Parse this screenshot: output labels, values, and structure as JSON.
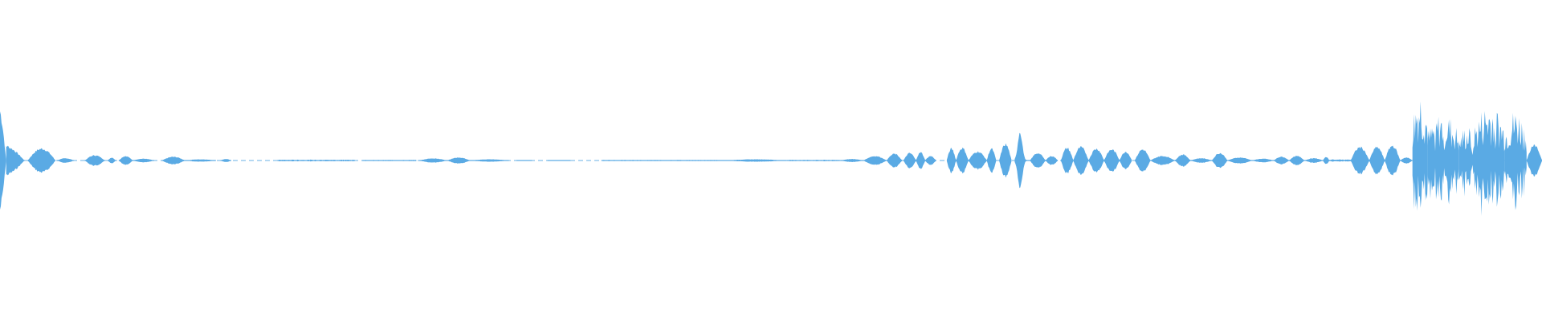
{
  "waveform": {
    "color": "#5aaae4",
    "background": "#ffffff",
    "segments": [
      {
        "start": 0.0,
        "end": 0.004,
        "amp": 0.4,
        "shape": "decay"
      },
      {
        "start": 0.004,
        "end": 0.016,
        "amp": 0.12,
        "shape": "decay"
      },
      {
        "start": 0.018,
        "end": 0.036,
        "amp": 0.08,
        "shape": "bump"
      },
      {
        "start": 0.037,
        "end": 0.048,
        "amp": 0.015,
        "shape": "bump"
      },
      {
        "start": 0.055,
        "end": 0.068,
        "amp": 0.035,
        "shape": "bump"
      },
      {
        "start": 0.07,
        "end": 0.075,
        "amp": 0.02,
        "shape": "bump"
      },
      {
        "start": 0.077,
        "end": 0.086,
        "amp": 0.03,
        "shape": "bump"
      },
      {
        "start": 0.086,
        "end": 0.1,
        "amp": 0.012,
        "shape": "bump"
      },
      {
        "start": 0.105,
        "end": 0.12,
        "amp": 0.025,
        "shape": "bump"
      },
      {
        "start": 0.12,
        "end": 0.14,
        "amp": 0.008,
        "shape": "bump"
      },
      {
        "start": 0.143,
        "end": 0.15,
        "amp": 0.01,
        "shape": "bump"
      },
      {
        "start": 0.18,
        "end": 0.23,
        "amp": 0.006,
        "shape": "flat"
      },
      {
        "start": 0.235,
        "end": 0.27,
        "amp": 0.004,
        "shape": "flat"
      },
      {
        "start": 0.272,
        "end": 0.29,
        "amp": 0.014,
        "shape": "bump"
      },
      {
        "start": 0.29,
        "end": 0.305,
        "amp": 0.02,
        "shape": "bump"
      },
      {
        "start": 0.305,
        "end": 0.33,
        "amp": 0.008,
        "shape": "bump"
      },
      {
        "start": 0.335,
        "end": 0.345,
        "amp": 0.003,
        "shape": "flat"
      },
      {
        "start": 0.355,
        "end": 0.37,
        "amp": 0.003,
        "shape": "flat"
      },
      {
        "start": 0.39,
        "end": 0.47,
        "amp": 0.004,
        "shape": "flat"
      },
      {
        "start": 0.47,
        "end": 0.51,
        "amp": 0.008,
        "shape": "bump"
      },
      {
        "start": 0.51,
        "end": 0.545,
        "amp": 0.005,
        "shape": "flat"
      },
      {
        "start": 0.545,
        "end": 0.56,
        "amp": 0.01,
        "shape": "bump"
      },
      {
        "start": 0.56,
        "end": 0.575,
        "amp": 0.03,
        "shape": "bump"
      },
      {
        "start": 0.575,
        "end": 0.585,
        "amp": 0.045,
        "shape": "bump"
      },
      {
        "start": 0.586,
        "end": 0.594,
        "amp": 0.05,
        "shape": "bump"
      },
      {
        "start": 0.594,
        "end": 0.6,
        "amp": 0.055,
        "shape": "bump"
      },
      {
        "start": 0.6,
        "end": 0.607,
        "amp": 0.03,
        "shape": "bump"
      },
      {
        "start": 0.614,
        "end": 0.62,
        "amp": 0.08,
        "shape": "bump"
      },
      {
        "start": 0.62,
        "end": 0.628,
        "amp": 0.085,
        "shape": "bump"
      },
      {
        "start": 0.628,
        "end": 0.64,
        "amp": 0.06,
        "shape": "bump"
      },
      {
        "start": 0.64,
        "end": 0.646,
        "amp": 0.08,
        "shape": "bump"
      },
      {
        "start": 0.648,
        "end": 0.656,
        "amp": 0.11,
        "shape": "bump"
      },
      {
        "start": 0.658,
        "end": 0.668,
        "amp": 0.2,
        "shape": "spike"
      },
      {
        "start": 0.668,
        "end": 0.678,
        "amp": 0.05,
        "shape": "bump"
      },
      {
        "start": 0.678,
        "end": 0.686,
        "amp": 0.03,
        "shape": "bump"
      },
      {
        "start": 0.688,
        "end": 0.696,
        "amp": 0.085,
        "shape": "bump"
      },
      {
        "start": 0.696,
        "end": 0.706,
        "amp": 0.09,
        "shape": "bump"
      },
      {
        "start": 0.706,
        "end": 0.716,
        "amp": 0.08,
        "shape": "bump"
      },
      {
        "start": 0.716,
        "end": 0.726,
        "amp": 0.075,
        "shape": "bump"
      },
      {
        "start": 0.726,
        "end": 0.734,
        "amp": 0.06,
        "shape": "bump"
      },
      {
        "start": 0.736,
        "end": 0.746,
        "amp": 0.075,
        "shape": "bump"
      },
      {
        "start": 0.746,
        "end": 0.762,
        "amp": 0.03,
        "shape": "bump"
      },
      {
        "start": 0.762,
        "end": 0.772,
        "amp": 0.04,
        "shape": "bump"
      },
      {
        "start": 0.772,
        "end": 0.786,
        "amp": 0.015,
        "shape": "bump"
      },
      {
        "start": 0.786,
        "end": 0.796,
        "amp": 0.05,
        "shape": "bump"
      },
      {
        "start": 0.796,
        "end": 0.812,
        "amp": 0.02,
        "shape": "bump"
      },
      {
        "start": 0.812,
        "end": 0.826,
        "amp": 0.012,
        "shape": "bump"
      },
      {
        "start": 0.826,
        "end": 0.836,
        "amp": 0.025,
        "shape": "bump"
      },
      {
        "start": 0.836,
        "end": 0.846,
        "amp": 0.03,
        "shape": "bump"
      },
      {
        "start": 0.846,
        "end": 0.858,
        "amp": 0.015,
        "shape": "bump"
      },
      {
        "start": 0.858,
        "end": 0.862,
        "amp": 0.025,
        "shape": "bump"
      },
      {
        "start": 0.862,
        "end": 0.876,
        "amp": 0.008,
        "shape": "flat"
      },
      {
        "start": 0.876,
        "end": 0.888,
        "amp": 0.09,
        "shape": "bump"
      },
      {
        "start": 0.888,
        "end": 0.898,
        "amp": 0.09,
        "shape": "bump"
      },
      {
        "start": 0.898,
        "end": 0.908,
        "amp": 0.1,
        "shape": "bump"
      },
      {
        "start": 0.908,
        "end": 0.916,
        "amp": 0.02,
        "shape": "bump"
      },
      {
        "start": 0.916,
        "end": 0.926,
        "amp": 0.45,
        "shape": "noise"
      },
      {
        "start": 0.926,
        "end": 0.946,
        "amp": 0.3,
        "shape": "noise"
      },
      {
        "start": 0.946,
        "end": 0.956,
        "amp": 0.22,
        "shape": "noise"
      },
      {
        "start": 0.956,
        "end": 0.976,
        "amp": 0.36,
        "shape": "noise"
      },
      {
        "start": 0.976,
        "end": 0.99,
        "amp": 0.32,
        "shape": "noise"
      },
      {
        "start": 0.99,
        "end": 1.0,
        "amp": 0.1,
        "shape": "bump"
      }
    ]
  }
}
